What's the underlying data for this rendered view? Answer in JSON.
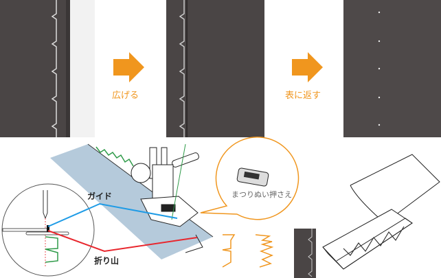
{
  "steps": {
    "spread": "広げる",
    "turn_over": "表に返す"
  },
  "labels": {
    "guide": "ガイド",
    "fold": "折り山",
    "presser_foot": "まつりぬい押さえ"
  },
  "colors": {
    "fabric": "#4a4545",
    "accent": "#f0961e",
    "guide_line": "#1e9be6",
    "fold_line": "#e8262d",
    "fabric_blue": "#b5cadb",
    "stitch": "#2e9a48"
  }
}
